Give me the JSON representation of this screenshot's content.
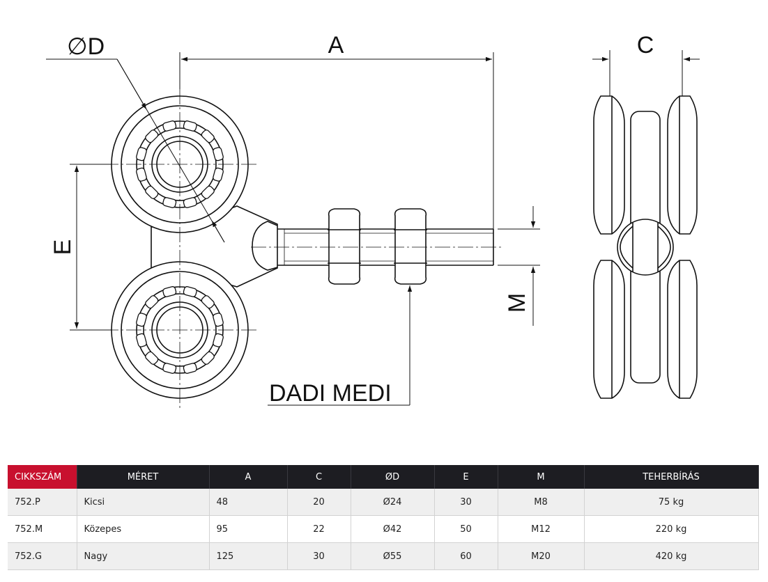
{
  "drawing": {
    "dim_d": "D",
    "dim_a": "A",
    "dim_c": "C",
    "dim_e": "E",
    "dim_m": "M",
    "brand": "DADI MEDI"
  },
  "table": {
    "headers": [
      "CIKKSZÁM",
      "MÉRET",
      "A",
      "C",
      "ØD",
      "E",
      "M",
      "TEHERBÍRÁS"
    ],
    "rows": [
      [
        "752.P",
        "Kicsi",
        "48",
        "20",
        "Ø24",
        "30",
        "M8",
        "75 kg"
      ],
      [
        "752.M",
        "Közepes",
        "95",
        "22",
        "Ø42",
        "50",
        "M12",
        "220 kg"
      ],
      [
        "752.G",
        "Nagy",
        "125",
        "30",
        "Ø55",
        "60",
        "M20",
        "420 kg"
      ]
    ]
  }
}
